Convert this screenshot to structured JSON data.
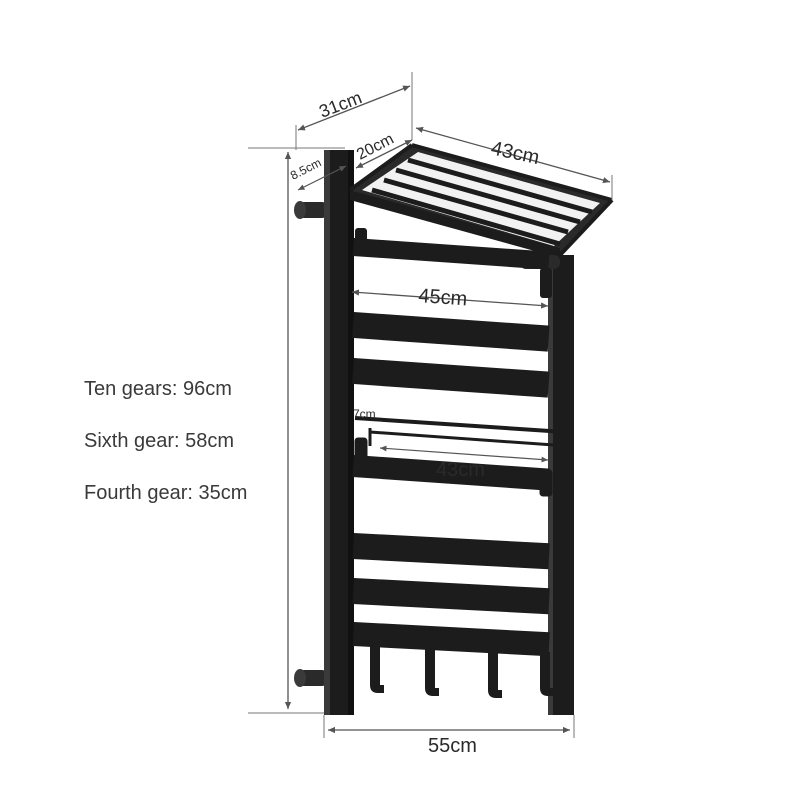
{
  "specs": [
    "Ten gears: 96cm",
    "Sixth gear: 58cm",
    "Fourth gear: 35cm"
  ],
  "dimensions": {
    "depth_total": "31cm",
    "shelf_depth": "20cm",
    "wall_offset": "8.5cm",
    "shelf_width": "43cm",
    "bar_width": "45cm",
    "lower_shelf_depth": "7cm",
    "lower_shelf_width": "43cm",
    "overall_width": "55cm"
  },
  "colors": {
    "rack": "#1c1c1c",
    "dimension_line": "#555555",
    "background": "#ffffff"
  }
}
